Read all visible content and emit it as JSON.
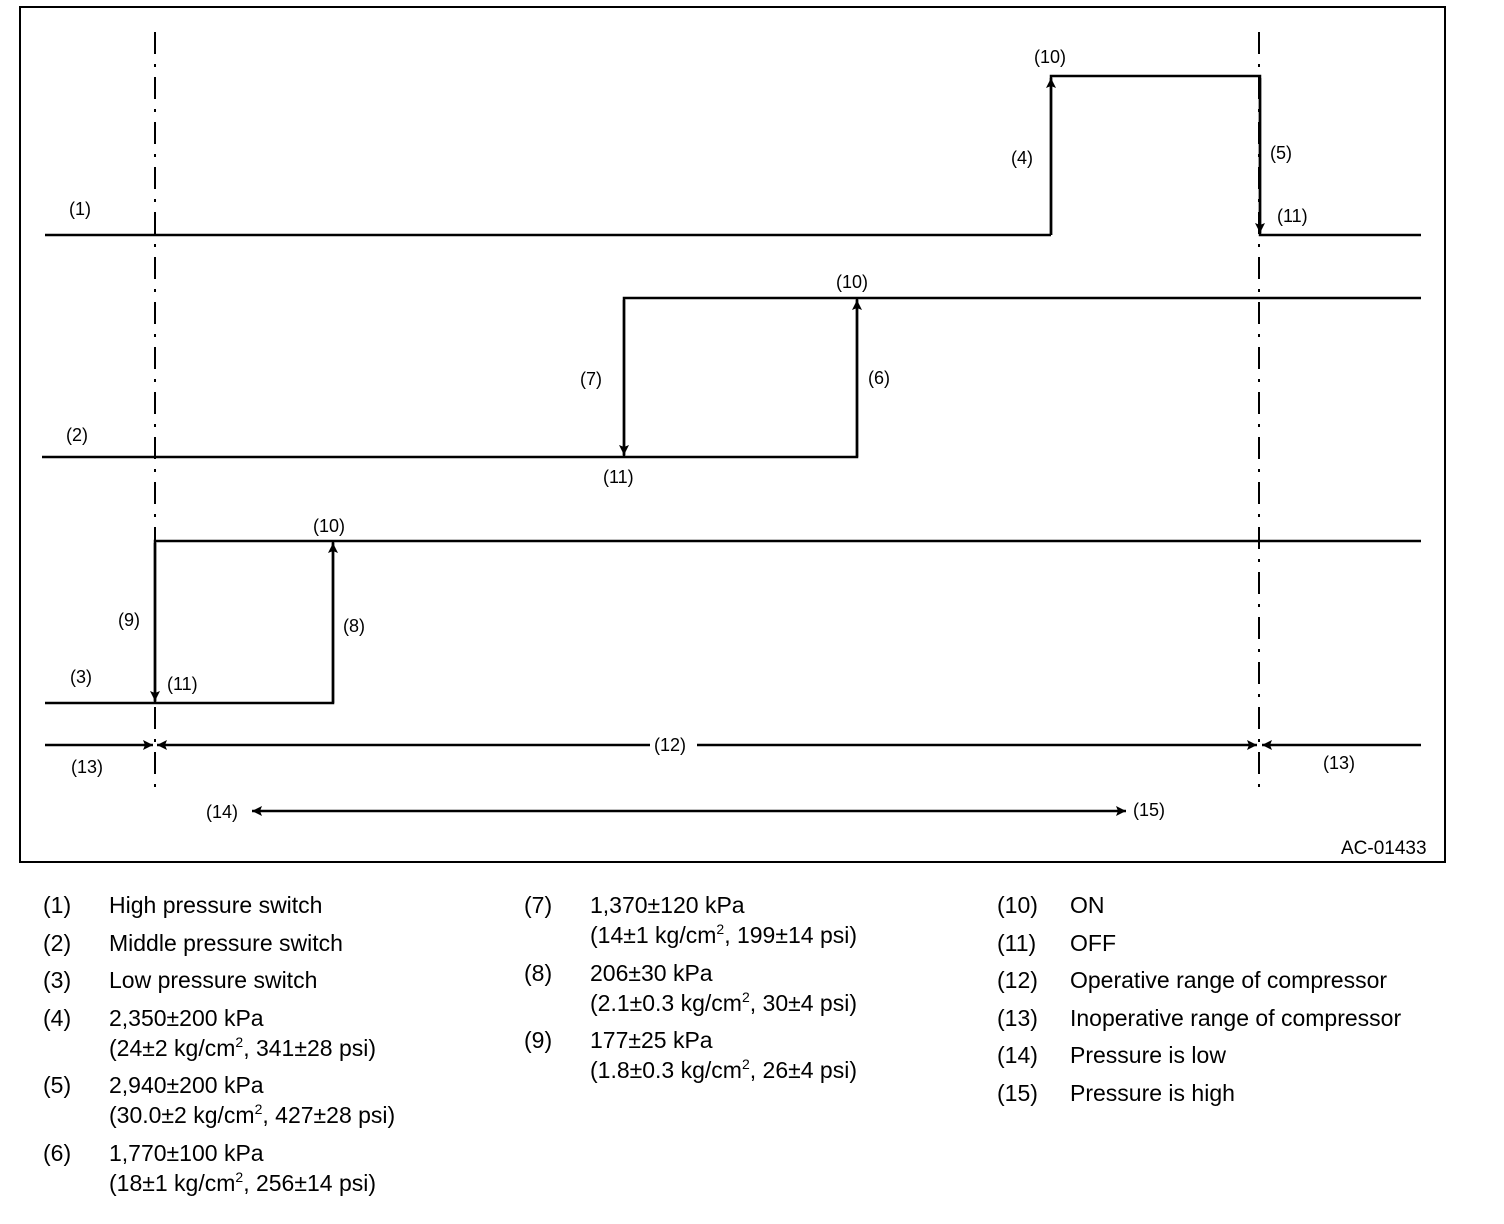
{
  "diagram": {
    "labels": {
      "l1": "(1)",
      "l2": "(2)",
      "l3": "(3)",
      "l4": "(4)",
      "l5": "(5)",
      "l6": "(6)",
      "l7": "(7)",
      "l8": "(8)",
      "l9": "(9)",
      "on_high": "(10)",
      "on_mid": "(10)",
      "on_low": "(10)",
      "off_high": "(11)",
      "off_mid": "(11)",
      "off_low": "(11)",
      "range": "(12)",
      "inop_left": "(13)",
      "inop_right": "(13)",
      "low": "(14)",
      "high": "(15)"
    },
    "figure_code": "AC-01433"
  },
  "legend": {
    "col1": [
      {
        "num": "(1)",
        "text": "High pressure switch"
      },
      {
        "num": "(2)",
        "text": "Middle pressure switch"
      },
      {
        "num": "(3)",
        "text": "Low pressure switch"
      },
      {
        "num": "(4)",
        "line1": "2,350±200 kPa",
        "line2_a": "(24±2 kg/cm",
        "sup": "2",
        "line2_b": ", 341±28 psi)"
      },
      {
        "num": "(5)",
        "line1": "2,940±200 kPa",
        "line2_a": "(30.0±2 kg/cm",
        "sup": "2",
        "line2_b": ", 427±28 psi)"
      },
      {
        "num": "(6)",
        "line1": "1,770±100 kPa",
        "line2_a": "(18±1 kg/cm",
        "sup": "2",
        "line2_b": ", 256±14 psi)"
      }
    ],
    "col2": [
      {
        "num": "(7)",
        "line1": "1,370±120 kPa",
        "line2_a": "(14±1 kg/cm",
        "sup": "2",
        "line2_b": ", 199±14 psi)"
      },
      {
        "num": "(8)",
        "line1": "206±30 kPa",
        "line2_a": "(2.1±0.3 kg/cm",
        "sup": "2",
        "line2_b": ", 30±4 psi)"
      },
      {
        "num": "(9)",
        "line1": "177±25 kPa",
        "line2_a": "(1.8±0.3 kg/cm",
        "sup": "2",
        "line2_b": ", 26±4 psi)"
      }
    ],
    "col3": [
      {
        "num": "(10)",
        "text": "ON"
      },
      {
        "num": "(11)",
        "text": "OFF"
      },
      {
        "num": "(12)",
        "text": "Operative range of compressor"
      },
      {
        "num": "(13)",
        "text": "Inoperative range of compressor"
      },
      {
        "num": "(14)",
        "text": "Pressure is low"
      },
      {
        "num": "(15)",
        "text": "Pressure is high"
      }
    ]
  }
}
